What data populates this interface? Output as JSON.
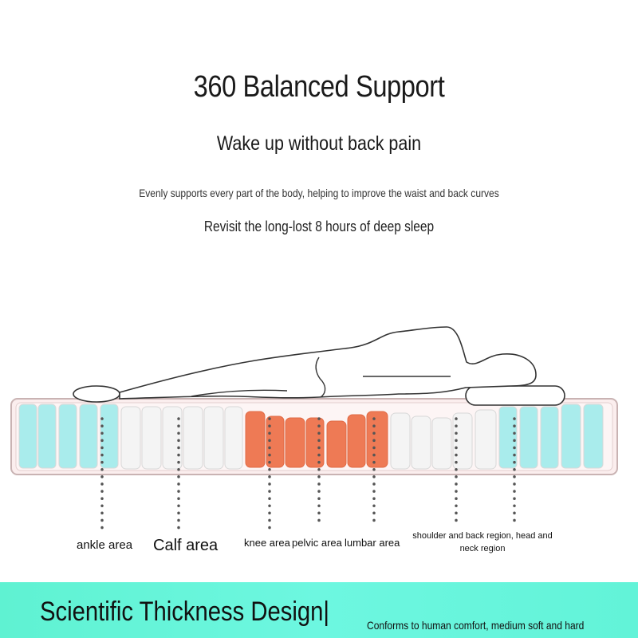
{
  "header": {
    "title": "360 Balanced Support",
    "subtitle": "Wake up without back pain",
    "description": "Evenly supports every part of the body, helping to improve the waist and back curves",
    "tagline": "Revisit the long-lost 8 hours of deep sleep"
  },
  "zones": {
    "ankle": "ankle area",
    "calf": "Calf area",
    "knee": "knee area",
    "pelvic": "pelvic area",
    "lumbar": "lumbar area",
    "shoulder": "shoulder and back region, head and neck region"
  },
  "colors": {
    "soft_zone": "#a9ecec",
    "firm_zone": "#ee7a55",
    "neutral_zone": "#f6f6f6",
    "banner": "#62f3d8"
  },
  "banner": {
    "title": "Scientific Thickness Design|",
    "subtitle": "Conforms to human comfort, medium soft and hard"
  }
}
